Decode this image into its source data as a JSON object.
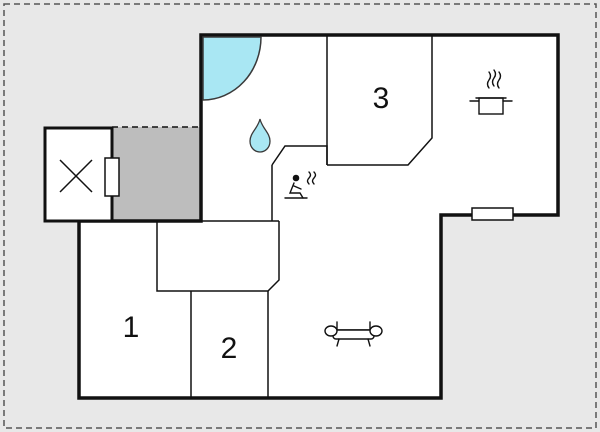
{
  "colors": {
    "background": "#e8e8e8",
    "border_dash": "#555555",
    "floor": "#ffffff",
    "wall": "#111111",
    "terrace": "#bdbdbd",
    "accent": "#a9e7f3",
    "accent_stroke": "#3a3a3a"
  },
  "rooms": {
    "bedroom_1": "1",
    "bedroom_2": "2",
    "bedroom_3": "3"
  },
  "icons": {
    "whirlpool": "whirlpool-icon",
    "bathroom": "water-drop-icon",
    "sauna": "sauna-icon",
    "kitchen": "cooking-pot-icon",
    "living_room": "sofa-icon",
    "storage": "crossed-box-icon",
    "window": "window-icon"
  }
}
